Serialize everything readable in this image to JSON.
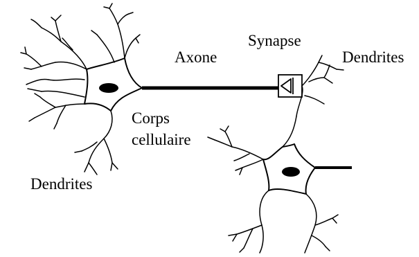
{
  "labels": {
    "axone": "Axone",
    "synapse": "Synapse",
    "dendrites_right": "Dendrites",
    "corps_line1": "Corps",
    "corps_line2": "cellulaire",
    "dendrites_left": "Dendrites"
  },
  "colors": {
    "ink": "#000000",
    "background": "#ffffff"
  }
}
